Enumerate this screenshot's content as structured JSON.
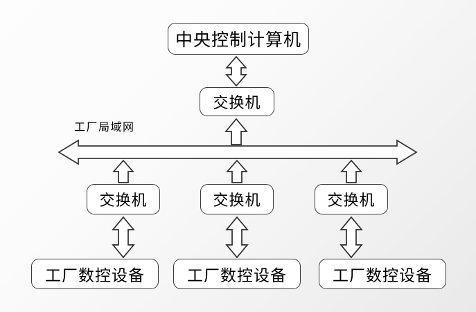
{
  "diagram": {
    "title_label": "工厂局域网",
    "background_start": "#fdfdfd",
    "background_end": "#e9e9e9",
    "box_border_color": "#3a3a3a",
    "box_fill_color": "#ffffff",
    "arrow_fill_color": "#ffffff",
    "arrow_stroke_color": "#2b2b2b",
    "nodes": {
      "central_computer": "中央控制计算机",
      "top_switch": "交换机",
      "switches": [
        "交换机",
        "交换机",
        "交换机"
      ],
      "devices": [
        "工厂数控设备",
        "工厂数控设备",
        "工厂数控设备"
      ]
    },
    "connectors": {
      "central_to_switch": "bidirectional-arrow",
      "switch_to_bus": "bidirectional-arrow",
      "bus": "horizontal-bidirectional-bus-arrow",
      "bus_to_switch": [
        "bidirectional-arrow",
        "bidirectional-arrow",
        "bidirectional-arrow"
      ],
      "switch_to_device": [
        "bidirectional-arrow",
        "bidirectional-arrow",
        "bidirectional-arrow"
      ]
    }
  }
}
